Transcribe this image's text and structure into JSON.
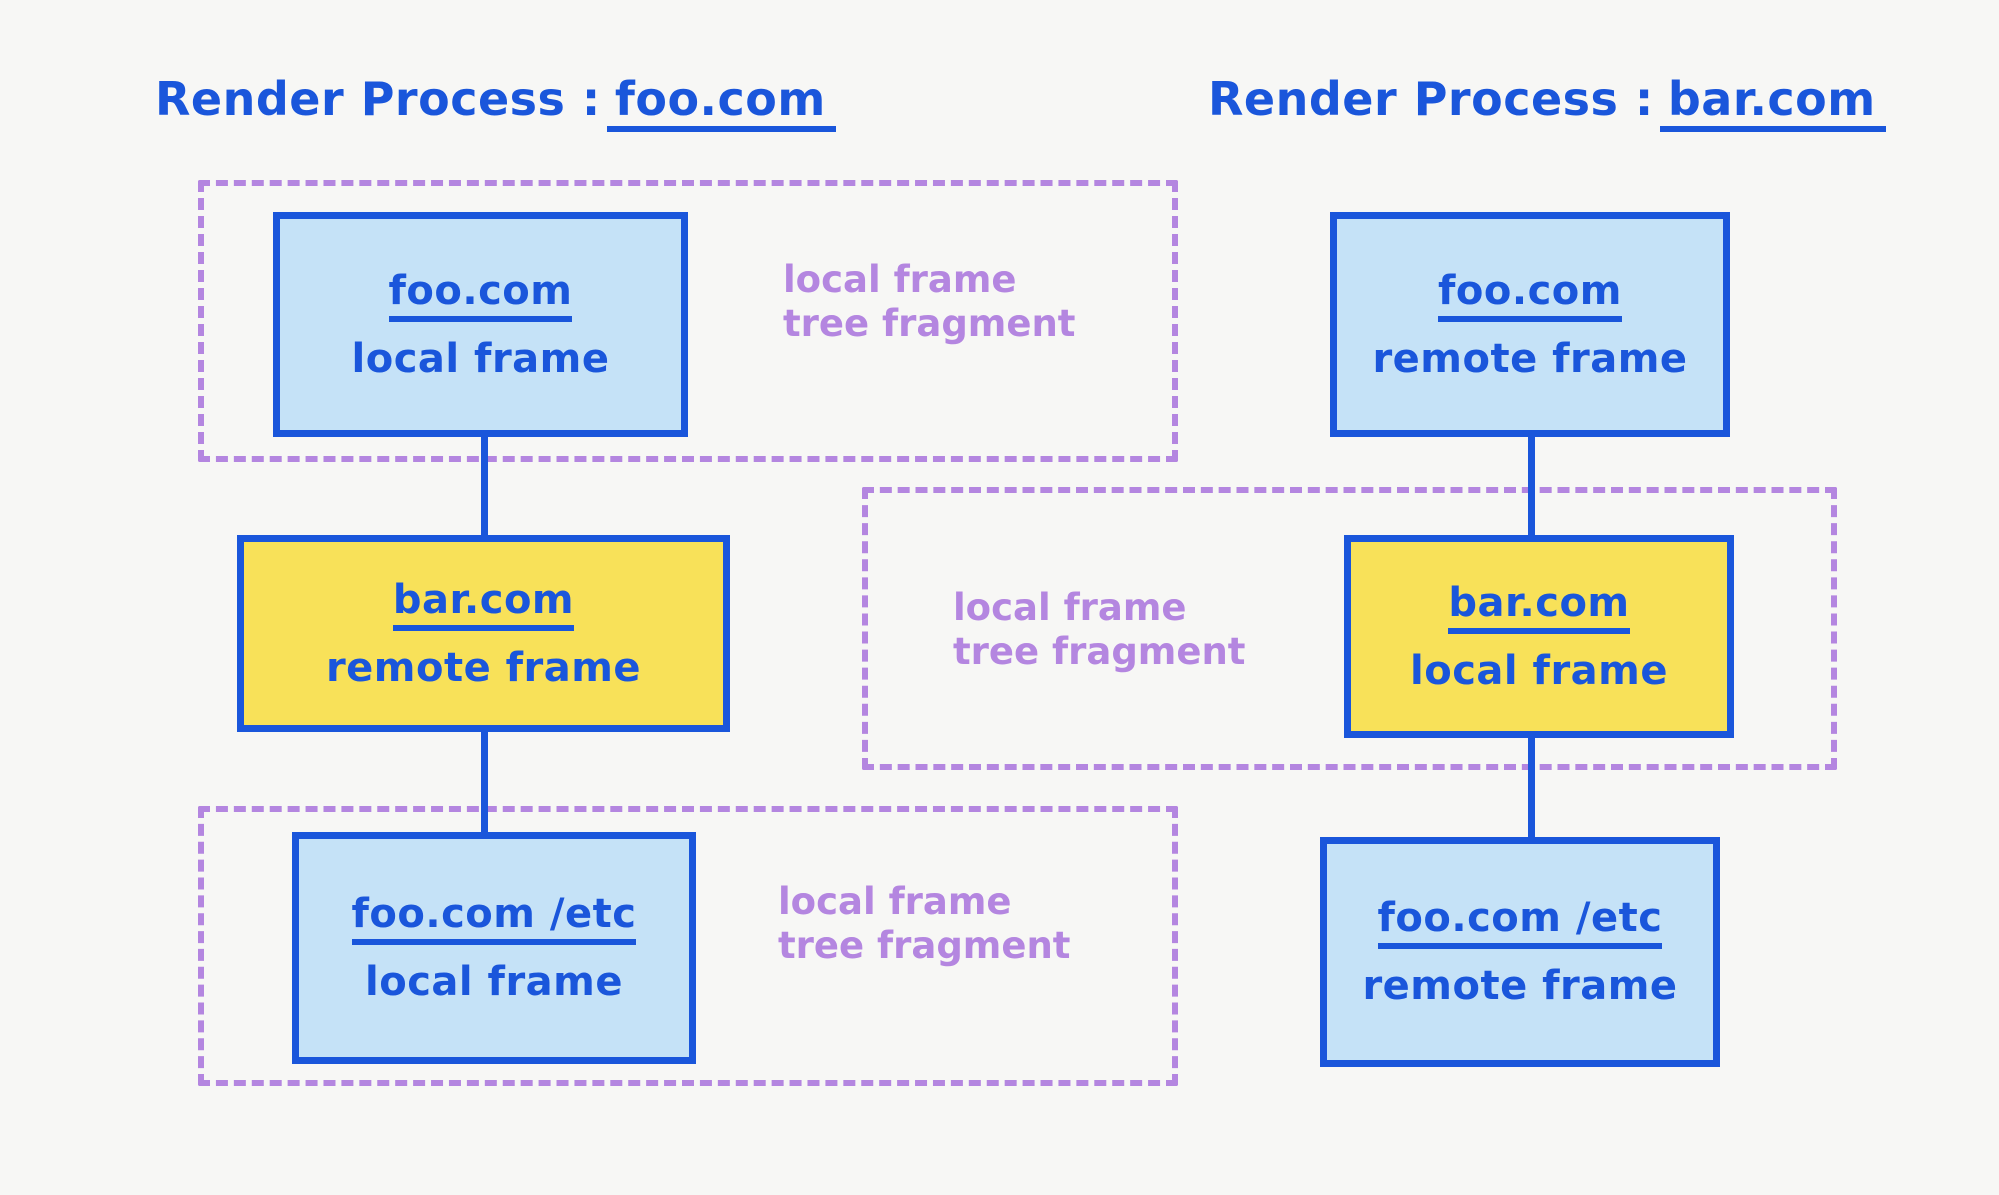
{
  "diagram": {
    "title_prefix": "Render Process :",
    "fragment_caption": "local frame\ntree fragment",
    "colors": {
      "ink_blue": "#1a56db",
      "box_blue": "#c5e2f7",
      "box_yellow": "#f8e159",
      "fragment_purple": "#b486e0",
      "highlight_blue": "#b8d8f5",
      "highlight_yellow": "#f7e463",
      "background": "#f7f7f5"
    }
  },
  "processes": [
    {
      "id": "render-process-foo",
      "title_prefix": "Render Process :",
      "host": "foo.com",
      "highlight": "blue",
      "frames": [
        {
          "host": "foo.com",
          "kind": "local frame",
          "fill": "blue"
        },
        {
          "host": "bar.com",
          "kind": "remote frame",
          "fill": "yellow"
        },
        {
          "host": "foo.com /etc",
          "kind": "local frame",
          "fill": "blue"
        }
      ],
      "fragments": [
        {
          "caption": "local frame\ntree fragment",
          "has_caption": true
        },
        {
          "caption": "local frame\ntree fragment",
          "has_caption": true
        }
      ]
    },
    {
      "id": "render-process-bar",
      "title_prefix": "Render Process :",
      "host": "bar.com",
      "highlight": "yellow",
      "frames": [
        {
          "host": "foo.com",
          "kind": "remote frame",
          "fill": "blue"
        },
        {
          "host": "bar.com",
          "kind": "local frame",
          "fill": "yellow"
        },
        {
          "host": "foo.com /etc",
          "kind": "remote frame",
          "fill": "blue"
        }
      ],
      "fragments": [
        {
          "caption": "local frame\ntree fragment",
          "has_caption": true
        }
      ]
    }
  ],
  "captions": {
    "top_left": "local frame\ntree fragment",
    "middle": "local frame\ntree fragment",
    "bottom_left": "local frame\ntree fragment"
  }
}
